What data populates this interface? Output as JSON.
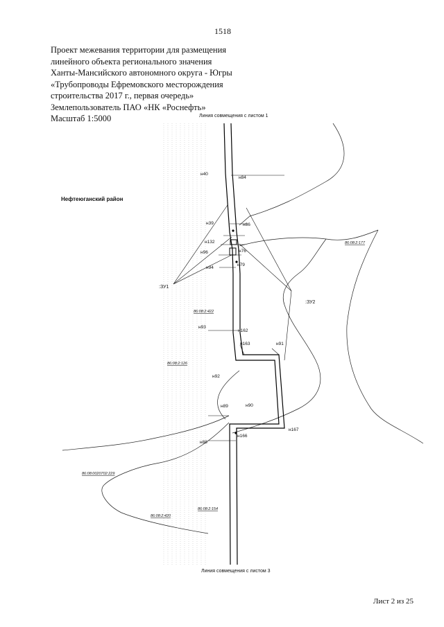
{
  "page_number": "1518",
  "title_lines": [
    "Проект межевания территории для размещения",
    "линейного объекта регионального значения",
    "Ханты-Мансийского автономного округа - Югры",
    "«Трубопроводы Ефремовского месторождения",
    "строительства 2017 г., первая очередь»",
    "Землепользователь ПАО «НК «Роснефть»",
    "Масштаб 1:5000"
  ],
  "map": {
    "match_line_top": "Линия совмещения с листом 1",
    "match_line_bottom": "Линия совмещения с листом 3",
    "region_name": "Нефтеюганский район",
    "parcel_1": ":ЗУ1",
    "parcel_2": ":ЗУ2",
    "points": {
      "n40": "н40",
      "n84": "н84",
      "n39": "н39",
      "n86": "н86",
      "n132": "н132",
      "n76": "н76",
      "n96": "н96",
      "n94": "н94",
      "n79": "н79",
      "n93": "н93",
      "n162": "н162",
      "n163": "н163",
      "n91": "н91",
      "n92": "н92",
      "n89": "н89",
      "n90": "н90",
      "n167": "н167",
      "n88": "н88",
      "n166": "н166"
    },
    "cadastral": {
      "c177": "86:08:2:177",
      "c422": "86:08:2:422",
      "c126": "86:08:2:126",
      "c229": "86:08:0020702:229",
      "c420": "86:08:2:420",
      "c154": "86:08:2:154"
    }
  },
  "sheet_label": "Лист 2 из 25"
}
